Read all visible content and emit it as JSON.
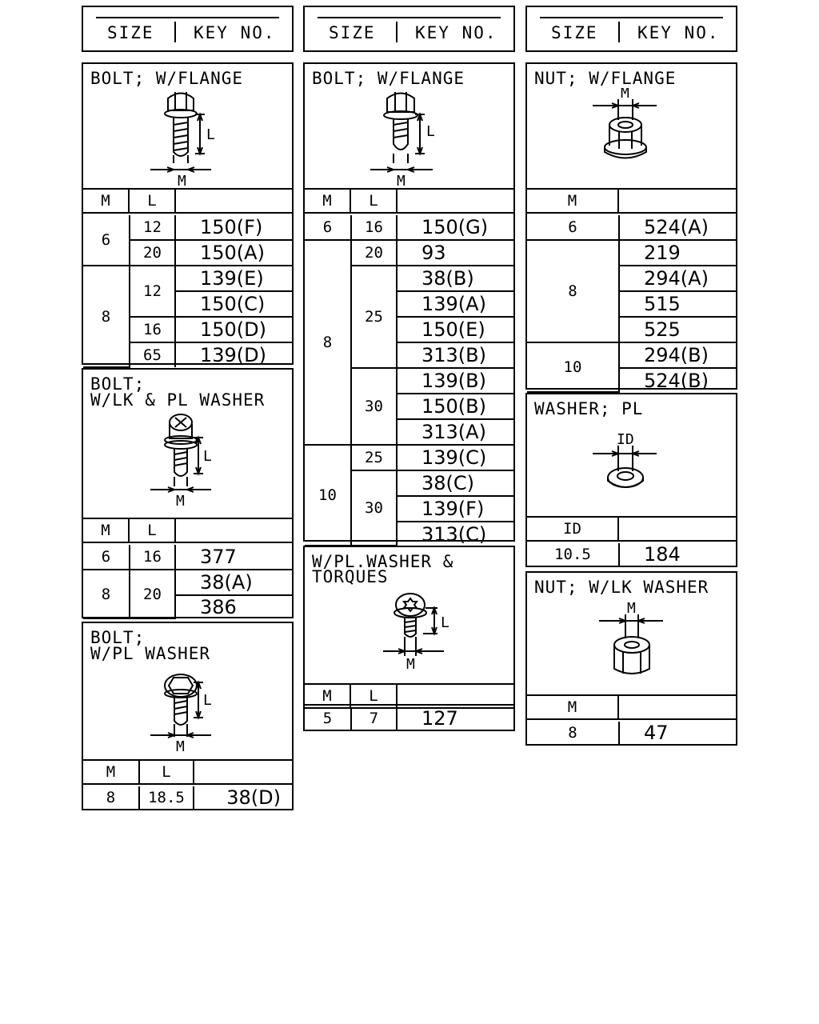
{
  "header": {
    "size": "SIZE",
    "key_no": "KEY NO."
  },
  "labels": {
    "m": "M",
    "l": "L",
    "id": "ID"
  },
  "col1": {
    "bolt_flange": {
      "title": "BOLT; W/FLANGE",
      "rows": [
        {
          "m": "6",
          "l": "12",
          "key": "150(F)"
        },
        {
          "m": "",
          "l": "20",
          "key": "150(A)"
        },
        {
          "m": "8",
          "l": "12",
          "key": "139(E)"
        },
        {
          "m": "",
          "l": "",
          "key": "150(C)"
        },
        {
          "m": "",
          "l": "16",
          "key": "150(D)"
        },
        {
          "m": "",
          "l": "65",
          "key": "139(D)"
        }
      ]
    },
    "bolt_lk": {
      "title1": "BOLT;",
      "title2": "W/LK & PL WASHER",
      "rows": [
        {
          "m": "6",
          "l": "16",
          "key": "377"
        },
        {
          "m": "8",
          "l": "20",
          "key": "38(A)"
        },
        {
          "m": "",
          "l": "",
          "key": "386"
        }
      ]
    },
    "bolt_pl": {
      "title1": "BOLT;",
      "title2": "W/PL WASHER",
      "rows": [
        {
          "m": "8",
          "l": "18.5",
          "key": "38(D)"
        }
      ]
    }
  },
  "col2": {
    "bolt_flange": {
      "title": "BOLT; W/FLANGE",
      "rows": [
        {
          "m": "6",
          "l": "16",
          "key": "150(G)"
        },
        {
          "m": "8",
          "l": "20",
          "key": "93"
        },
        {
          "m": "",
          "l": "25",
          "key": "38(B)"
        },
        {
          "m": "",
          "l": "",
          "key": "139(A)"
        },
        {
          "m": "",
          "l": "",
          "key": "150(E)"
        },
        {
          "m": "",
          "l": "",
          "key": "313(B)"
        },
        {
          "m": "",
          "l": "30",
          "key": "139(B)"
        },
        {
          "m": "",
          "l": "",
          "key": "150(B)"
        },
        {
          "m": "",
          "l": "",
          "key": "313(A)"
        },
        {
          "m": "10",
          "l": "25",
          "key": "139(C)"
        },
        {
          "m": "",
          "l": "30",
          "key": "38(C)"
        },
        {
          "m": "",
          "l": "",
          "key": "139(F)"
        },
        {
          "m": "",
          "l": "",
          "key": "313(C)"
        }
      ]
    },
    "torques": {
      "title1": "W/PL.WASHER &",
      "title2": "TORQUES",
      "rows": [
        {
          "m": "5",
          "l": "7",
          "key": "127"
        }
      ]
    }
  },
  "col3": {
    "nut_flange": {
      "title": "NUT; W/FLANGE",
      "rows": [
        {
          "m": "6",
          "key": "524(A)"
        },
        {
          "m": "8",
          "key": "219"
        },
        {
          "m": "",
          "key": "294(A)"
        },
        {
          "m": "",
          "key": "515"
        },
        {
          "m": "",
          "key": "525"
        },
        {
          "m": "10",
          "key": "294(B)"
        },
        {
          "m": "",
          "key": "524(B)"
        }
      ]
    },
    "washer_pl": {
      "title": "WASHER; PL",
      "rows": [
        {
          "id": "10.5",
          "key": "184"
        }
      ]
    },
    "nut_lk": {
      "title": "NUT; W/LK WASHER",
      "rows": [
        {
          "m": "8",
          "key": "47"
        }
      ]
    }
  }
}
